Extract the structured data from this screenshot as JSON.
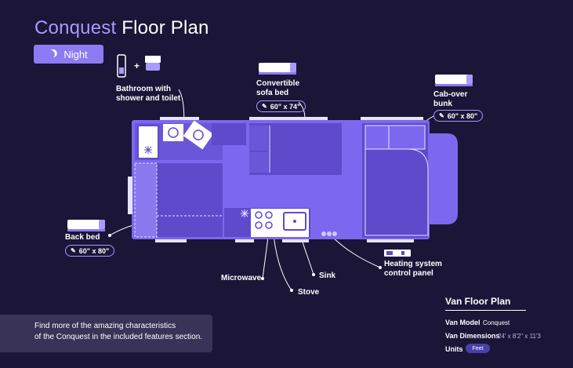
{
  "title": {
    "brand": "Conquest",
    "rest": "Floor Plan"
  },
  "mode_button": {
    "label": "Night",
    "icon": "moon-icon"
  },
  "callouts": {
    "bathroom": {
      "line1": "Bathroom with",
      "line2": "shower and toilet"
    },
    "sofa": {
      "line1": "Convertible",
      "line2": "sofa bed",
      "dims": "60\" x 74\""
    },
    "bunk": {
      "line1": "Cab-over",
      "line2": "bunk",
      "dims": "60\" x 80\""
    },
    "back_bed": {
      "line1": "Back bed",
      "dims": "60\" x 80\""
    },
    "microwave": "Microwave",
    "stove": "Stove",
    "sink": "Sink",
    "heating": {
      "line1": "Heating system",
      "line2": "control panel"
    },
    "plus": "+"
  },
  "info": {
    "line1": "Find more of the amazing characteristics",
    "line2": "of the Conquest in the included features section."
  },
  "specs": {
    "title": "Van Floor Plan",
    "model_label": "Van Model",
    "model_value": "Conquest",
    "dims_label": "Van Dimensions",
    "dims_value": "24' x 8'2\" x 11'3",
    "units_label": "Units",
    "units_value": "Feet"
  },
  "colors": {
    "background": "#1b1537",
    "accent": "#8d7bf2",
    "floor": "#7b68ee",
    "furniture": "#5e4acb",
    "light": "#a79bff"
  }
}
